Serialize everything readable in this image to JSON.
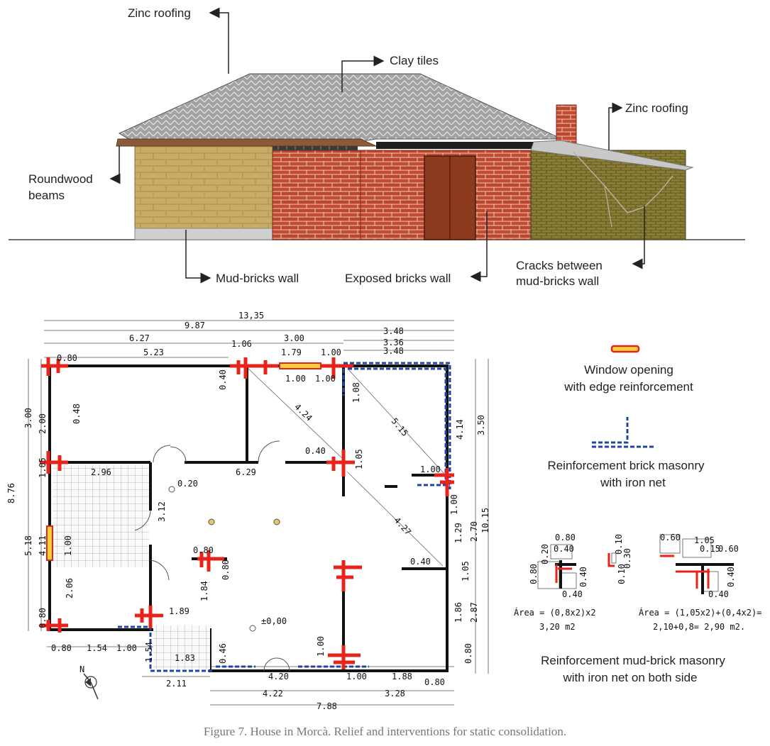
{
  "elevation": {
    "labels": {
      "zinc_roofing_left": "Zinc roofing",
      "clay_tiles": "Clay tiles",
      "zinc_roofing_right": "Zinc roofing",
      "roundwood_beams_1": "Roundwood",
      "roundwood_beams_2": "beams",
      "mud_bricks_wall": "Mud-bricks wall",
      "exposed_bricks_wall": "Exposed bricks wall",
      "cracks_1": "Cracks between",
      "cracks_2": "mud-bricks wall"
    }
  },
  "plan": {
    "dimensions": {
      "total_width": "13,35",
      "d987": "9.87",
      "d627": "6.27",
      "d523": "5.23",
      "d080_top": "0.80",
      "d106": "1.06",
      "d300_top": "3.00",
      "d179": "1.79",
      "d100_a": "1.00",
      "d348_a": "3.48",
      "d336": "3.36",
      "d348_b": "3.48",
      "d100_b": "1.00",
      "d100_c": "1.00",
      "d040_a": "0.40",
      "d424": "4.24",
      "d515": "5.15",
      "d414": "4.14",
      "d350": "3.50",
      "d108": "1.08",
      "d048": "0.48",
      "d300_l": "3.00",
      "d200": "2.00",
      "d105_l": "1.05",
      "d876": "8.76",
      "d296": "2.96",
      "d629": "6.29",
      "d040_b": "0.40",
      "d105_m": "1.05",
      "d100_d": "1.00",
      "d020": "0.20",
      "d312": "3.12",
      "d427": "4.27",
      "d518": "5.18",
      "d411": "4.11",
      "d100_win": "1.00",
      "d206": "2.06",
      "d080_bl": "0.80",
      "d080_room": "0.80",
      "d080_room2": "0.80",
      "d184": "1.84",
      "d189": "1.89",
      "d000": "±0,00",
      "d040_c": "0.40",
      "d105_r": "1.05",
      "d100_r": "1.00",
      "d129": "1.29",
      "d270": "2.70",
      "d1015": "10.15",
      "d186": "1.86",
      "d287": "2.87",
      "d080_r": "0.80",
      "d080_b1": "0.80",
      "d154_a": "1.54",
      "d100_b1": "1.00",
      "d154_b": "1.54",
      "d183": "1.83",
      "d046": "0.46",
      "d100_e": "1.00",
      "d420": "4.20",
      "d100_f": "1.00",
      "d188": "1.88",
      "d080_b2": "0.80",
      "d211": "2.11",
      "d422": "4.22",
      "d328": "3.28",
      "d788": "7.88",
      "north": "N"
    }
  },
  "legend": {
    "window_1": "Window opening",
    "window_2": "with edge reinforcement",
    "brick_1": "Reinforcement brick masonry",
    "brick_2": "with iron net",
    "mud_1": "Reinforcement mud-brick masonry",
    "mud_2": "with iron net on both side",
    "detail1": {
      "d080a": "0.80",
      "d040a": "0.40",
      "d020": "0.20",
      "d080b": "0.80",
      "d040b": "0.40",
      "d040c": "0.40",
      "area_1": "Área = (0,8x2)x2",
      "area_2": "3,20 m2"
    },
    "detail2": {
      "d010": "0.10",
      "d030": "0.30",
      "d010b": "0.10"
    },
    "detail3": {
      "d060": "0.60",
      "d105": "1.05",
      "d015": "0.15",
      "d060b": "0.60",
      "d040a": "0.40",
      "d040b": "0.40",
      "area_1": "Área = (1,05x2)+(0,4x2)=",
      "area_2": "2,10+0,8= 2,90 m2."
    }
  },
  "caption": "Figure 7. House in Morcà. Relief and interventions for static consolidation.",
  "colors": {
    "mud_brick": "#b59a55",
    "exposed_brick": "#c84a2c",
    "roof": "#9a9a9a",
    "door": "#8b3a1e",
    "reinforcement_red": "#e8231c",
    "reinforcement_blue": "#2046a8",
    "window_yellow": "#f3d23a"
  }
}
